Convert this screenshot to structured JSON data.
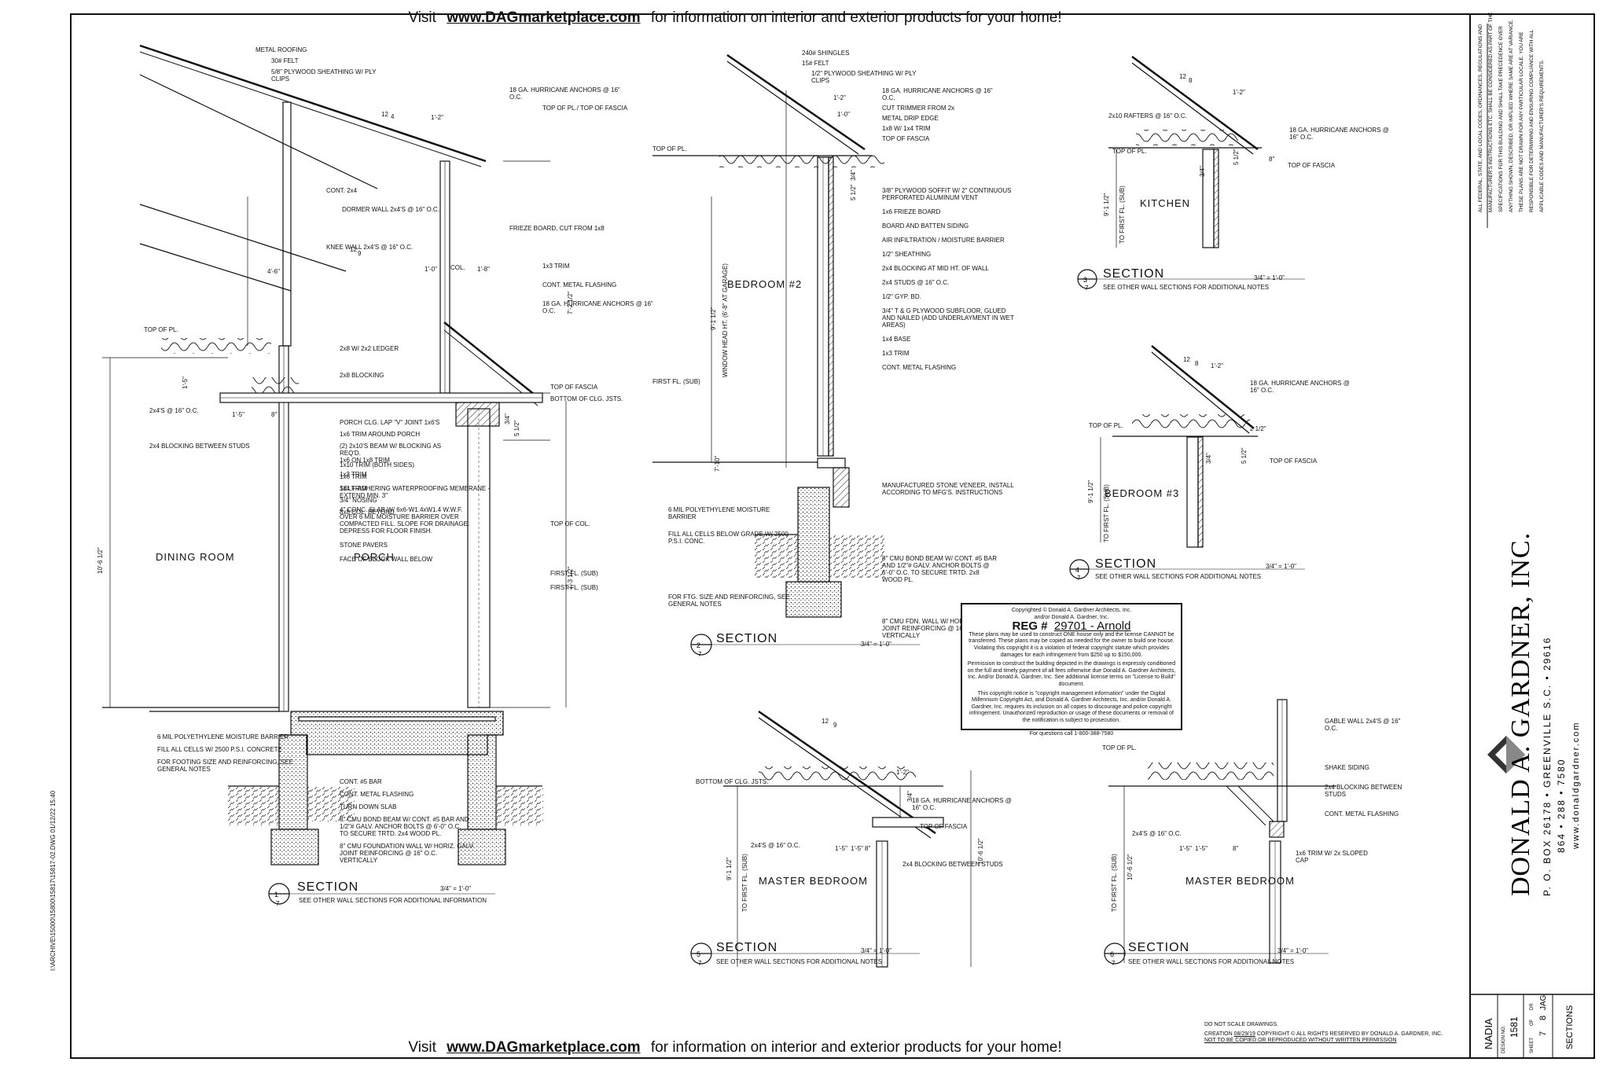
{
  "banner": {
    "prefix": "Visit",
    "link": "www.DAGmarketplace.com",
    "suffix": "for information on interior and exterior products for your home!"
  },
  "section1": {
    "number": "1",
    "sheet": "7",
    "title": "SECTION",
    "scale": "3/4\" = 1'-0\"",
    "note": "SEE OTHER WALL SECTIONS FOR ADDITIONAL INFORMATION",
    "rooms": [
      "DINING ROOM",
      "PORCH"
    ],
    "labels": [
      "METAL ROOFING",
      "30# FELT",
      "5/8\" PLYWOOD SHEATHING W/ PLY CLIPS",
      "18 GA. HURRICANE ANCHORS @ 16\" O.C.",
      "TOP OF PL./ TOP OF FASCIA",
      "CONT. 2x4",
      "DORMER WALL 2x4'S @ 16\" O.C.",
      "FRIEZE BOARD, CUT FROM 1x8",
      "KNEE WALL 2x4'S @ 16\" O.C.",
      "1x3 TRIM",
      "CONT. METAL FLASHING",
      "18 GA. HURRICANE ANCHORS @ 16\" O.C.",
      "TOP OF PL.",
      "2x8 W/ 2x2 LEDGER",
      "2x8 BLOCKING",
      "TOP OF FASCIA",
      "BOTTOM OF CLG. JSTS.",
      "2x4'S @ 16\" O.C.",
      "PORCH CLG. LAP \"V\" JOINT 1x6'S",
      "1x6 TRIM AROUND PORCH",
      "(2) 2x10'S BEAM W/ BLOCKING AS REQ'D.",
      "1x10 TRIM (BOTH SIDES)",
      "1x6 TRIM",
      "1x4 TRIM",
      "3/4\" NOSING",
      "8x8 COL. BEYOND",
      "TOP OF COL.",
      "2x4 BLOCKING BETWEEN STUDS",
      "1x6 ON 1x8 TRIM",
      "1x3 TRIM",
      "SELF-ADHERING WATERPROOFING MEMBRANE - EXTEND MIN. 3\"",
      "4\" CONC. SLAB W/ 6x6-W1.4xW1.4 W.W.F. OVER 6 MIL MOISTURE BARRIER OVER COMPACTED FILL. SLOPE FOR DRAINAGE. DEPRESS FOR FLOOR FINISH.",
      "STONE PAVERS",
      "FACE OF BLOCK WALL BELOW",
      "FIRST FL. (SUB)",
      "FIRST FL. (SUB)",
      "6 MIL POLYETHYLENE MOISTURE BARRIER",
      "FILL ALL CELLS W/ 2500 P.S.I. CONCRETE",
      "FOR FOOTING SIZE AND REINFORCING, SEE GENERAL NOTES",
      "CONT. #5 BAR",
      "CONT. METAL FLASHING",
      "TURN DOWN SLAB",
      "8\" CMU BOND BEAM W/ CONT. #5 BAR AND 1/2\"# GALV. ANCHOR BOLTS @ 6'-0\" O.C. TO SECURE TRTD. 2x4 WOOD PL.",
      "8\" CMU FOUNDATION WALL W/ HORIZ. GALV. JOINT REINFORCING @ 16\" O.C. VERTICALLY"
    ],
    "dims": [
      "1'-2\"",
      "4'-6\"",
      "1'-0\"",
      "COL.",
      "1'-8\"",
      "7'-2 1/2\"",
      "1'-5\"",
      "1'-5\"",
      "8\"",
      "10'-6 1/2\"",
      "7'-3 1/2\"",
      "5 1/2\"",
      "3/4\"",
      "12",
      "9",
      "12",
      "4"
    ]
  },
  "section2": {
    "number": "2",
    "sheet": "7",
    "title": "SECTION",
    "scale": "3/4\" = 1'-0\"",
    "rooms": [
      "BEDROOM #2"
    ],
    "labels": [
      "240# SHINGLES",
      "15# FELT",
      "1/2\" PLYWOOD SHEATHING W/ PLY CLIPS",
      "18 GA. HURRICANE ANCHORS @ 16\" O.C.",
      "CUT TRIMMER FROM 2x",
      "METAL DRIP EDGE",
      "1x8 W/ 1x4 TRIM",
      "TOP OF FASCIA",
      "TOP OF PL.",
      "3/8\" PLYWOOD SOFFIT W/ 2\" CONTINUOUS PERFORATED ALUMINUM VENT",
      "1x6 FRIEZE BOARD",
      "BOARD AND BATTEN SIDING",
      "AIR INFILTRATION / MOISTURE BARRIER",
      "1/2\" SHEATHING",
      "2x4 BLOCKING AT MID HT. OF WALL",
      "2x4 STUDS @ 16\" O.C.",
      "1/2\" GYP. BD.",
      "3/4\" T & G PLYWOOD SUBFLOOR, GLUED AND NAILED (ADD UNDERLAYMENT IN WET AREAS)",
      "1x4 BASE",
      "1x3 TRIM",
      "CONT. METAL FLASHING",
      "FIRST FL. (SUB)",
      "MANUFACTURED STONE VENEER, INSTALL ACCORDING TO MFG'S. INSTRUCTIONS",
      "6 MIL POLYETHYLENE MOISTURE BARRIER",
      "FILL ALL CELLS BELOW GRADE W/ 2500 P.S.I. CONC.",
      "8\" CMU BOND BEAM W/ CONT. #5 BAR AND 1/2\"# GALV. ANCHOR BOLTS @ 6'-0\" O.C. TO SECURE TRTD. 2x8 WOOD PL.",
      "FOR FTG. SIZE AND REINFORCING, SEE GENERAL NOTES",
      "8\" CMU FDN. WALL W/ HORIZ. GALV. JOINT REINFORCING @ 16\" O.C. VERTICALLY",
      "WINDOW HEAD HT. (6'-8\" AT GARAGE)"
    ],
    "dims": [
      "1'-2\"",
      "1'-0\"",
      "9'-1 1/2\"",
      "7'-10\"",
      "3/4\"",
      "5 1/2\""
    ]
  },
  "section3": {
    "number": "3",
    "sheet": "7",
    "title": "SECTION",
    "scale": "3/4\" = 1'-0\"",
    "note": "SEE OTHER WALL SECTIONS FOR ADDITIONAL NOTES",
    "rooms": [
      "KITCHEN"
    ],
    "labels": [
      "2x10 RAFTERS @ 16\" O.C.",
      "18 GA. HURRICANE ANCHORS @ 16\" O.C.",
      "TOP OF PL.",
      "TOP OF FASCIA",
      "TO FIRST FL. (SUB)"
    ],
    "dims": [
      "1'-2\"",
      "12",
      "8",
      "9'-1 1/2\"",
      "3/4\"",
      "5 1/2\"",
      "8\""
    ]
  },
  "section4": {
    "number": "4",
    "sheet": "7",
    "title": "SECTION",
    "scale": "3/4\" = 1'-0\"",
    "note": "SEE OTHER WALL SECTIONS FOR ADDITIONAL NOTES",
    "rooms": [
      "BEDROOM #3"
    ],
    "labels": [
      "18 GA. HURRICANE ANCHORS @ 16\" O.C.",
      "TOP OF PL.",
      "TOP OF FASCIA",
      "TO FIRST FL. (SUB)"
    ],
    "dims": [
      "1'-2\"",
      "12",
      "8",
      "9'-1 1/2\"",
      "3/4\"",
      "5 1/2\"",
      "2 1/2\""
    ]
  },
  "section5": {
    "number": "5",
    "sheet": "7",
    "title": "SECTION",
    "scale": "3/4\" = 1'-0\"",
    "note": "SEE OTHER WALL SECTIONS FOR ADDITIONAL NOTES",
    "rooms": [
      "MASTER BEDROOM"
    ],
    "labels": [
      "BOTTOM OF CLG. JSTS.",
      "18 GA. HURRICANE ANCHORS @ 16\" O.C.",
      "TOP OF FASCIA",
      "2x4'S @ 16\" O.C.",
      "2x4 BLOCKING BETWEEN STUDS",
      "TO FIRST FL. (SUB)"
    ],
    "dims": [
      "1'-2\"",
      "12",
      "9",
      "1'-5\"",
      "1'-5\"",
      "8\"",
      "9'-1 1/2\"",
      "10'-6 1/2\"",
      "3/4\""
    ]
  },
  "section6": {
    "number": "6",
    "sheet": "7",
    "title": "SECTION",
    "scale": "3/4\" = 1'-0\"",
    "note": "SEE OTHER WALL SECTIONS FOR ADDITIONAL NOTES",
    "rooms": [
      "MASTER BEDROOM"
    ],
    "labels": [
      "GABLE WALL 2x4'S @ 16\" O.C.",
      "TOP OF PL.",
      "SHAKE SIDING",
      "2x4 BLOCKING BETWEEN STUDS",
      "CONT. METAL FLASHING",
      "2x4'S @ 16\" O.C.",
      "1x6 TRIM W/ 2x SLOPED CAP",
      "TO FIRST FL. (SUB)"
    ],
    "dims": [
      "1'-5\"",
      "1'-5\"",
      "8\"",
      "10'-6 1/2\""
    ]
  },
  "copyright": {
    "line1": "Copyrighted © Donald A. Gardner Architects, Inc.",
    "line2": "and/or Donald A. Gardner, Inc.",
    "reg_label": "REG #",
    "reg_value": "29701 - Arnold",
    "p1": "These plans may be used to construct ONE house only and the license CANNOT be transferred. These plans may be copied as needed for the owner to build one house. Violating this copyright it is a violation of federal copyright statute which provides damages for each infringement from $250 up to $150,000.",
    "p2": "Permission to construct the building depicted in the drawings is expressly conditioned on the full and timely payment of all fees otherwise due Donald A. Gardner Architects, Inc. And/or Donald A. Gardner, Inc. See additional license terms on \"License to Build\" document.",
    "p3": "This copyright notice is \"copyright management information\" under the Digital Millennium Copyright Act, and Donald A. Gardner Architects, Inc. and/or Donald A. Gardner, Inc. requires its inclusion on all copies to discourage and police copyright infringement. Unauthorized reproduction or usage of these documents or removal of the notification is subject to prosecution.",
    "questions": "For questions call 1-800-388-7580"
  },
  "footer_notes": {
    "do_not_scale": "DO NOT SCALE DRAWINGS.",
    "creation_label": "CREATION",
    "creation_date": "08/29/19",
    "copyright_line": "COPYRIGHT © ALL RIGHTS RESERVED BY DONALD A. GARDNER, INC.",
    "not_copied": "NOT TO BE COPIED OR REPRODUCED WITHOUT WRITTEN PERMISSION"
  },
  "file_path": "I:\\ARCHIVE\\15000\\15800\\15817\\15817-02.DWG   01/12/22   15:40",
  "title_block": {
    "code_note": "ALL FEDERAL, STATE, AND LOCAL CODES, ORDINANCES, REGULATIONS AND MANUFACTURER'S INSTRUCTIONS ETC. SHALL BE CONSIDERED AS PART OF THE SPECIFICATIONS FOR THIS BUILDING AND SHALL TAKE PRECEDENCE OVER ANYTHING SHOWN, DESCRIBED, OR IMPLIED WHERE SAME ARE AT VARIANCE. THESE PLANS ARE NOT DRAWN FOR ANY PARTICULAR LOCALE. YOU ARE RESPONSIBLE FOR DETERMINING AND ENSURING COMPLIANCE WITH ALL APPLICABLE CODES AND MANUFACTURER'S REQUIREMENTS.",
    "company": "DONALD A. GARDNER, INC.",
    "address": "P. O. BOX 26178 • GREENVILLE S.C. • 29616",
    "phone": "864 • 288 • 7580",
    "website": "www.donaldgardner.com",
    "plan_name": "NADIA",
    "design_no_label": "DESIGN NO.",
    "design_no": "1581",
    "sheet_label": "SHEET",
    "sheet_no": "7",
    "of_label": "OF",
    "of_no": "8",
    "dr_label": "DR",
    "dr_value": "JAG",
    "sheet_title": "SECTIONS"
  }
}
